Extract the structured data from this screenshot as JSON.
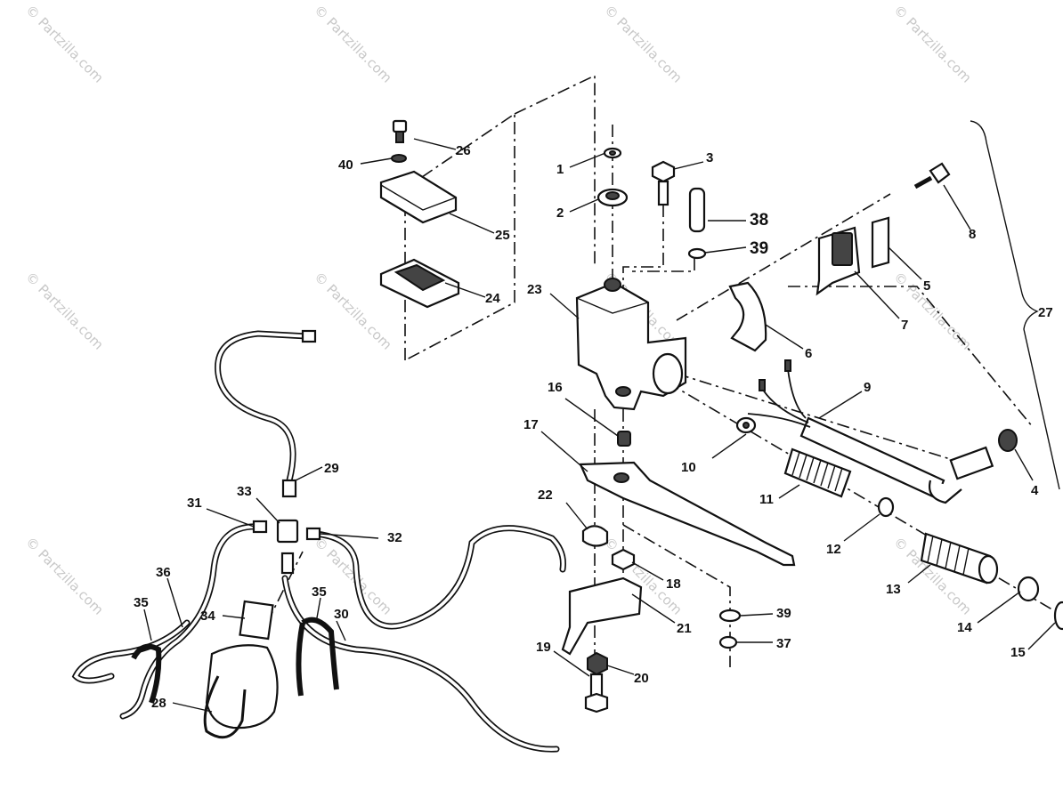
{
  "watermark": "© Partzilla.com",
  "callouts": [
    {
      "id": "1",
      "text": "1"
    },
    {
      "id": "2",
      "text": "2"
    },
    {
      "id": "3",
      "text": "3"
    },
    {
      "id": "4",
      "text": "4"
    },
    {
      "id": "5",
      "text": "5"
    },
    {
      "id": "6",
      "text": "6"
    },
    {
      "id": "7",
      "text": "7"
    },
    {
      "id": "8",
      "text": "8"
    },
    {
      "id": "9",
      "text": "9"
    },
    {
      "id": "10",
      "text": "10"
    },
    {
      "id": "11",
      "text": "11"
    },
    {
      "id": "12",
      "text": "12"
    },
    {
      "id": "13",
      "text": "13"
    },
    {
      "id": "14",
      "text": "14"
    },
    {
      "id": "15",
      "text": "15"
    },
    {
      "id": "16",
      "text": "16"
    },
    {
      "id": "17",
      "text": "17"
    },
    {
      "id": "18",
      "text": "18"
    },
    {
      "id": "19",
      "text": "19"
    },
    {
      "id": "20",
      "text": "20"
    },
    {
      "id": "21",
      "text": "21"
    },
    {
      "id": "22",
      "text": "22"
    },
    {
      "id": "23",
      "text": "23"
    },
    {
      "id": "24",
      "text": "24"
    },
    {
      "id": "25",
      "text": "25"
    },
    {
      "id": "26",
      "text": "26"
    },
    {
      "id": "27",
      "text": "27"
    },
    {
      "id": "28",
      "text": "28"
    },
    {
      "id": "29",
      "text": "29"
    },
    {
      "id": "30",
      "text": "30"
    },
    {
      "id": "31",
      "text": "31"
    },
    {
      "id": "32",
      "text": "32"
    },
    {
      "id": "33",
      "text": "33"
    },
    {
      "id": "34",
      "text": "34"
    },
    {
      "id": "35a",
      "text": "35"
    },
    {
      "id": "35b",
      "text": "35"
    },
    {
      "id": "36",
      "text": "36"
    },
    {
      "id": "37",
      "text": "37"
    },
    {
      "id": "38",
      "text": "38"
    },
    {
      "id": "39a",
      "text": "39"
    },
    {
      "id": "39b",
      "text": "39"
    },
    {
      "id": "40",
      "text": "40"
    }
  ]
}
